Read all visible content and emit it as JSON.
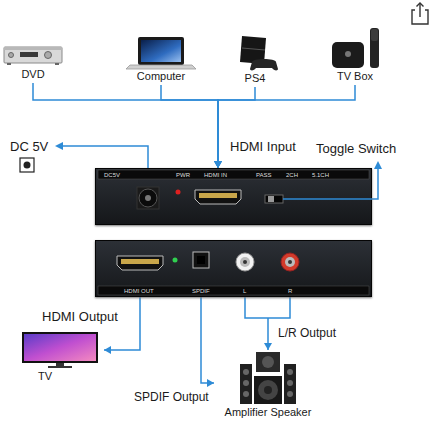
{
  "diagram": {
    "nodes": [
      {
        "text": [
          "DVD"
        ]
      },
      {
        "text": [
          "Computer"
        ]
      },
      {
        "text": [
          "PS4"
        ]
      },
      {
        "text": [
          "TV Box"
        ]
      },
      {
        "text": [
          "DC5V",
          "PWR",
          "HDMI IN",
          "PASS",
          "2CH",
          "5.1CH"
        ]
      },
      {
        "text": [
          "HDMI OUT",
          "SPDIF",
          "L",
          "R"
        ]
      },
      {
        "text": [
          "TV"
        ]
      },
      {
        "text": [
          "Amplifier Speaker"
        ]
      }
    ],
    "edges": [
      {
        "from": 0,
        "to": 4,
        "arrow": "to"
      },
      {
        "from": 1,
        "to": 4,
        "arrow": "to"
      },
      {
        "from": 2,
        "to": 4,
        "arrow": "to"
      },
      {
        "from": 3,
        "to": 4,
        "arrow": "to"
      },
      {
        "from": 5,
        "to": 6,
        "label": "HDMI Output",
        "arrow": "to"
      },
      {
        "from": 5,
        "to": 7,
        "label": "SPDIF Output",
        "arrow": "to"
      },
      {
        "from": 5,
        "to": 7,
        "label": "L/R Output",
        "arrow": "to"
      }
    ],
    "labels": [
      "DC 5V",
      "HDMI Input",
      "Toggle Switch"
    ]
  }
}
